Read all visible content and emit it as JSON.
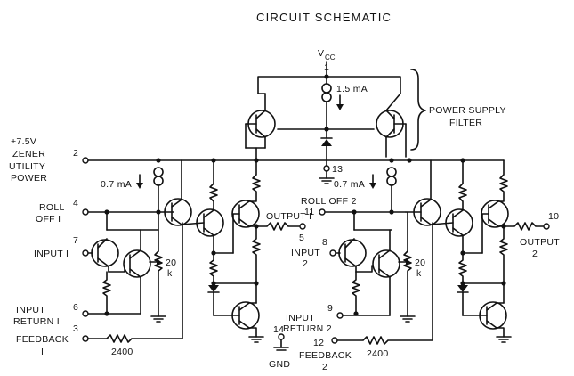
{
  "title": "CIRCUIT SCHEMATIC",
  "supply": {
    "label": "V",
    "subscript": "CC",
    "pin": "1"
  },
  "power_supply_filter": {
    "line1": "POWER SUPPLY",
    "line2": "FILTER",
    "current": "1.5 mA"
  },
  "zener": {
    "line1": "+7.5V",
    "line2": "ZENER",
    "line3": "UTILITY",
    "line4": "POWER",
    "pin": "2"
  },
  "pin13": "13",
  "channel1": {
    "roll_off_line1": "ROLL",
    "roll_off_line2": "OFF I",
    "roll_off_pin": "4",
    "input_label": "INPUT I",
    "input_pin": "7",
    "input_return_line1": "INPUT",
    "input_return_line2": "RETURN I",
    "input_return_pin": "6",
    "feedback_line1": "FEEDBACK",
    "feedback_line2": "I",
    "feedback_pin": "3",
    "output_label": "OUTPUT I",
    "output_pin": "5",
    "current": "0.7 mA",
    "pot_value": "20",
    "pot_unit": "k",
    "resistor": "2400"
  },
  "channel2": {
    "roll_off_label": "ROLL OFF 2",
    "roll_off_pin": "11",
    "input_line1": "INPUT",
    "input_line2": "2",
    "input_pin": "8",
    "input_return_line1": "INPUT",
    "input_return_line2": "RETURN 2",
    "input_return_pin": "9",
    "feedback_line1": "FEEDBACK",
    "feedback_line2": "2",
    "feedback_pin": "12",
    "output_line1": "OUTPUT",
    "output_line2": "2",
    "output_pin": "10",
    "current": "0.7 mA",
    "pot_value": "20",
    "pot_unit": "k",
    "resistor": "2400"
  },
  "ground": {
    "pin": "14",
    "label": "GND"
  }
}
